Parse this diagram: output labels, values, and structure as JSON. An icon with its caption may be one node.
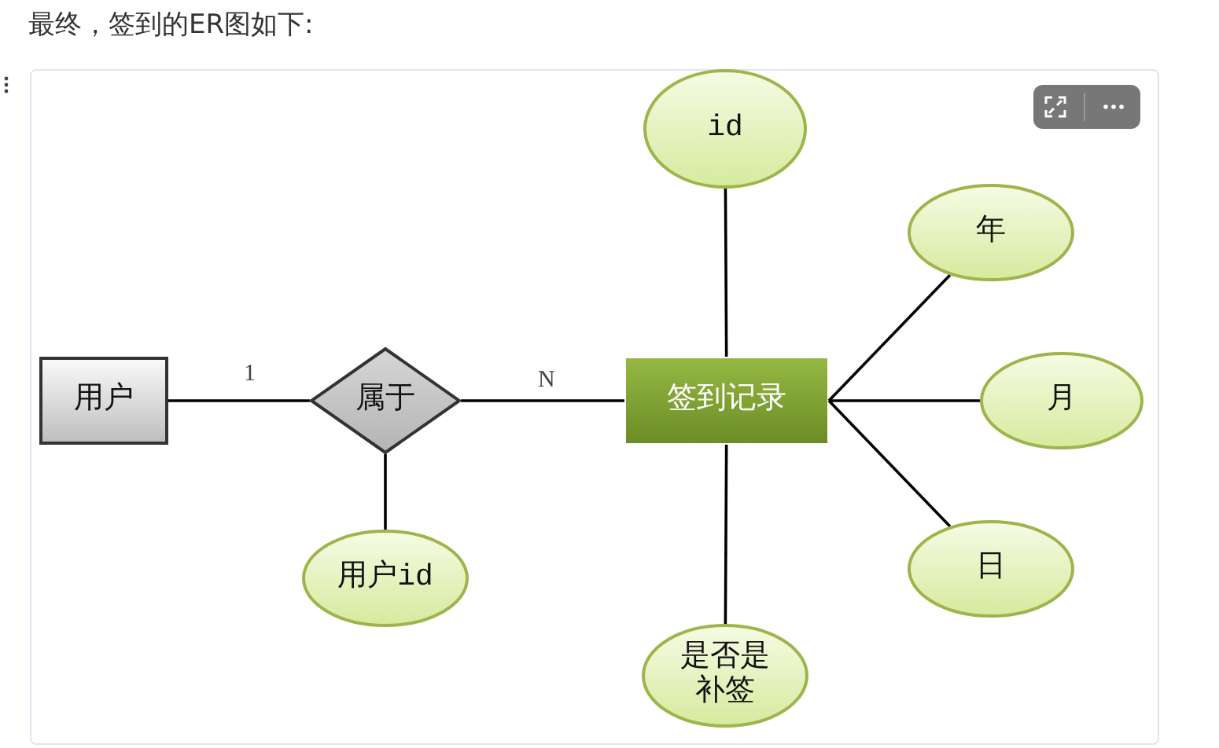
{
  "diagram": {
    "title": "最终，签到的ER图如下:",
    "nodes": [
      {
        "text": [
          "用户"
        ]
      },
      {
        "text": [
          "属于"
        ]
      },
      {
        "text": [
          "用户id"
        ]
      },
      {
        "text": [
          "签到记录"
        ]
      },
      {
        "text": [
          "id"
        ]
      },
      {
        "text": [
          "年"
        ]
      },
      {
        "text": [
          "月"
        ]
      },
      {
        "text": [
          "日"
        ]
      },
      {
        "text": [
          "是否是补签"
        ]
      }
    ],
    "edges": [
      {
        "from": 0,
        "to": 1,
        "arrow": "none",
        "label": "1"
      },
      {
        "from": 1,
        "to": 3,
        "arrow": "none",
        "label": "N"
      },
      {
        "from": 1,
        "to": 2,
        "arrow": "none"
      },
      {
        "from": 3,
        "to": 4,
        "arrow": "none"
      },
      {
        "from": 3,
        "to": 5,
        "arrow": "none"
      },
      {
        "from": 3,
        "to": 6,
        "arrow": "none"
      },
      {
        "from": 3,
        "to": 7,
        "arrow": "none"
      },
      {
        "from": 3,
        "to": 8,
        "arrow": "none"
      }
    ]
  }
}
